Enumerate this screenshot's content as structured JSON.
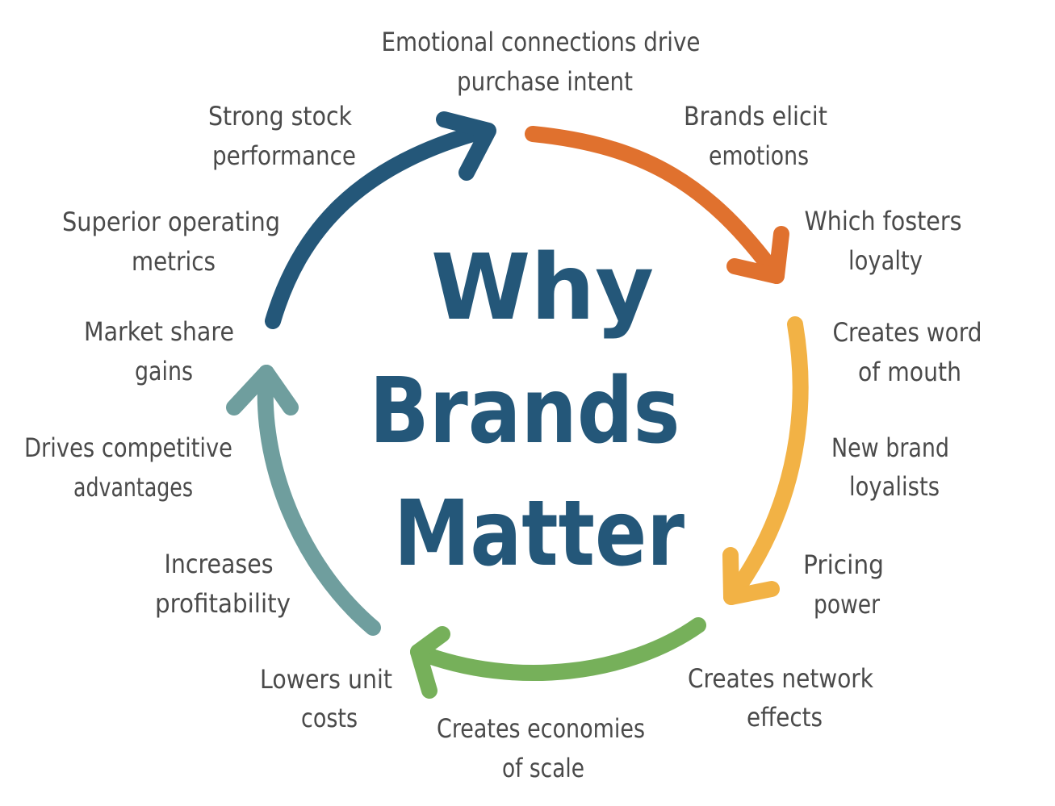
{
  "title_lines": [
    "Why",
    "Brands",
    "Matter"
  ],
  "labels": [
    {
      "lines": [
        "Emotional connections drive",
        "purchase intent"
      ]
    },
    {
      "lines": [
        "Brands elicit",
        "emotions"
      ]
    },
    {
      "lines": [
        "Which fosters",
        "loyalty"
      ]
    },
    {
      "lines": [
        "Creates word",
        "of mouth"
      ]
    },
    {
      "lines": [
        "New brand",
        "loyalists"
      ]
    },
    {
      "lines": [
        "Pricing",
        "power"
      ]
    },
    {
      "lines": [
        "Creates network",
        "effects"
      ]
    },
    {
      "lines": [
        "Creates economies",
        "of scale"
      ]
    },
    {
      "lines": [
        "Lowers unit",
        "costs"
      ]
    },
    {
      "lines": [
        "Increases",
        "profitability"
      ]
    },
    {
      "lines": [
        "Drives competitive",
        "advantages"
      ]
    },
    {
      "lines": [
        "Market share",
        "gains"
      ]
    },
    {
      "lines": [
        "Superior operating",
        "metrics"
      ]
    },
    {
      "lines": [
        "Strong stock",
        "performance"
      ]
    }
  ],
  "arrow_colors": {
    "dark_blue": "#245779",
    "orange": "#E0712E",
    "yellow": "#F2B245",
    "green": "#76B05A",
    "teal": "#6F9E9E"
  }
}
